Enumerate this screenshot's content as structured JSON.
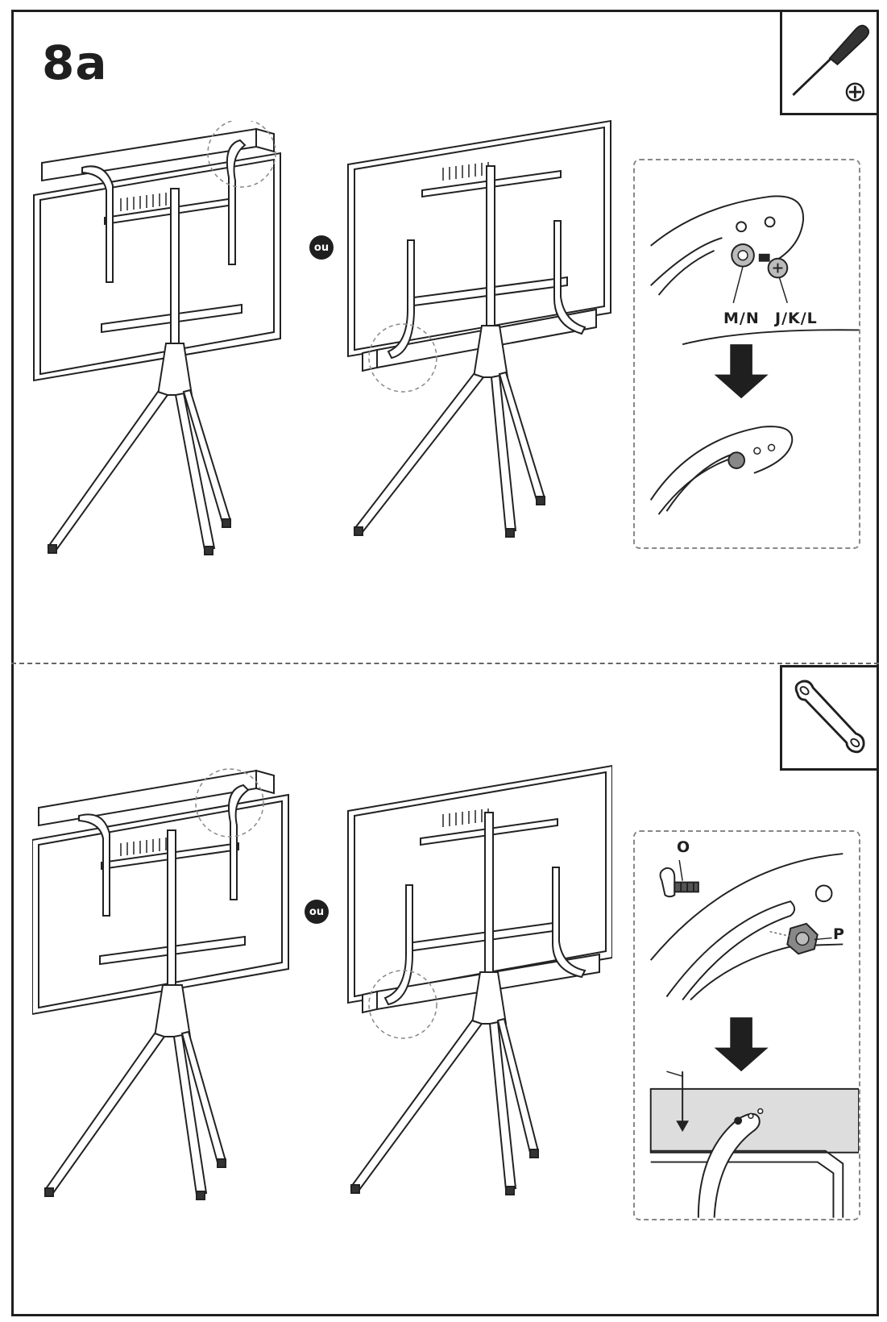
{
  "step": {
    "number": "8a"
  },
  "separator_label": "ou",
  "top_section": {
    "tool": "phillips-screwdriver",
    "detail_labels": {
      "washer": "M/N",
      "screw": "J/K/L"
    }
  },
  "bottom_section": {
    "tool": "wrench",
    "detail_labels": {
      "bolt": "O",
      "nut": "P"
    }
  }
}
